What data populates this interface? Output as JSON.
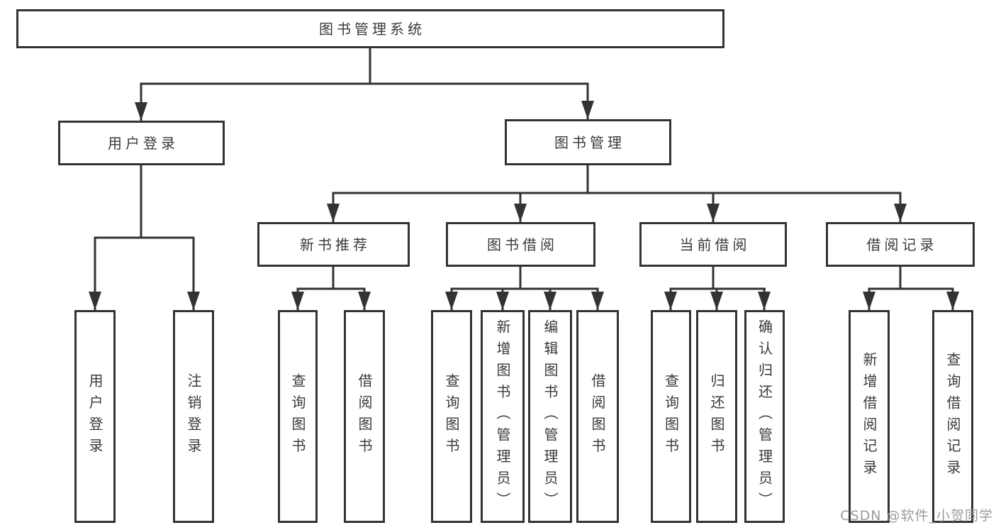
{
  "tree": {
    "root": {
      "label": "图书管理系统"
    },
    "branches": [
      {
        "label": "用户登录",
        "children": [
          {
            "label": "用户登录"
          },
          {
            "label": "注销登录"
          }
        ]
      },
      {
        "label": "图书管理",
        "children": [
          {
            "label": "新书推荐",
            "children": [
              {
                "label": "查询图书"
              },
              {
                "label": "借阅图书"
              }
            ]
          },
          {
            "label": "图书借阅",
            "children": [
              {
                "label": "查询图书"
              },
              {
                "label": "新增图书（管理员）"
              },
              {
                "label": "编辑图书（管理员）"
              },
              {
                "label": "借阅图书"
              }
            ]
          },
          {
            "label": "当前借阅",
            "children": [
              {
                "label": "查询图书"
              },
              {
                "label": "归还图书"
              },
              {
                "label": "确认归还（管理员）"
              }
            ]
          },
          {
            "label": "借阅记录",
            "children": [
              {
                "label": "新增借阅记录"
              },
              {
                "label": "查询借阅记录"
              }
            ]
          }
        ]
      }
    ]
  },
  "watermark": {
    "text": "CSDN @软件_小贺同学"
  },
  "colors": {
    "line": "#333333",
    "text": "#3a3a3a",
    "watermark": "#9b9b9b",
    "background": "#ffffff"
  }
}
